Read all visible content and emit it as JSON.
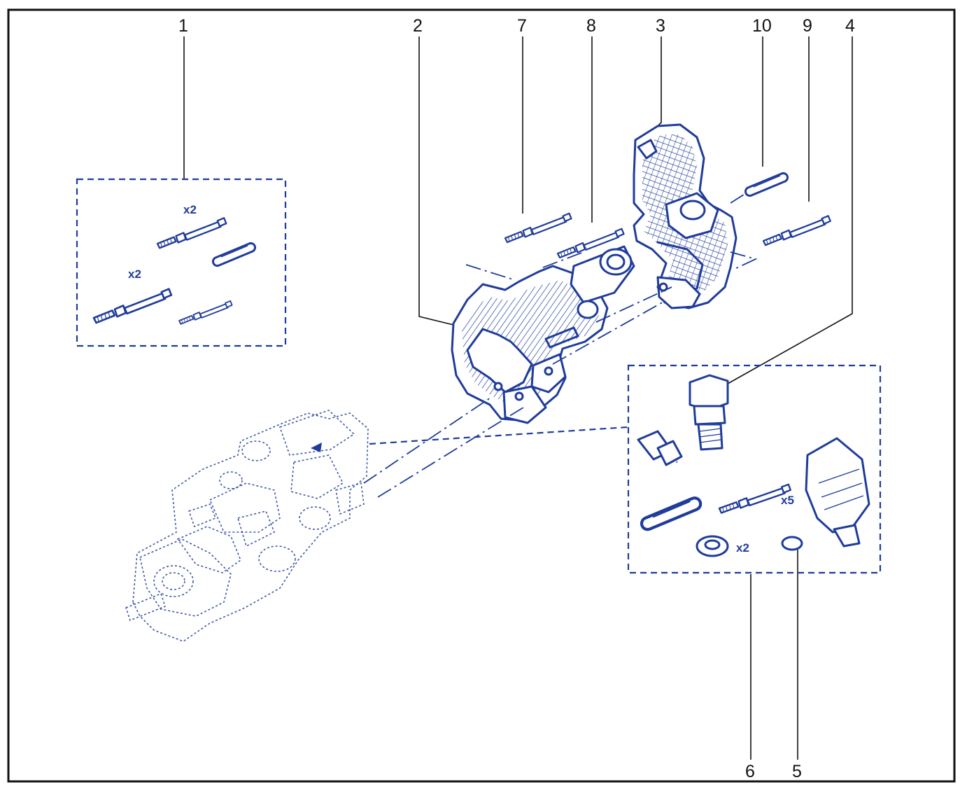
{
  "callouts": [
    {
      "id": "1",
      "label": "1"
    },
    {
      "id": "2",
      "label": "2"
    },
    {
      "id": "7",
      "label": "7"
    },
    {
      "id": "8",
      "label": "8"
    },
    {
      "id": "3",
      "label": "3"
    },
    {
      "id": "10",
      "label": "10"
    },
    {
      "id": "9",
      "label": "9"
    },
    {
      "id": "4",
      "label": "4"
    },
    {
      "id": "6",
      "label": "6"
    },
    {
      "id": "5",
      "label": "5"
    }
  ],
  "quantities": {
    "kit1_stud_top": "x2",
    "kit1_stud_left": "x2",
    "kit6_bolts": "x5",
    "kit6_washers": "x2"
  },
  "colors": {
    "line": "#1f3c9a",
    "frame": "#111111",
    "background": "#ffffff"
  },
  "icons": [
    "stud-icon",
    "pin-icon",
    "bracket-icon",
    "lever-icon",
    "solenoid-icon",
    "fitting-icon",
    "pump-icon"
  ]
}
